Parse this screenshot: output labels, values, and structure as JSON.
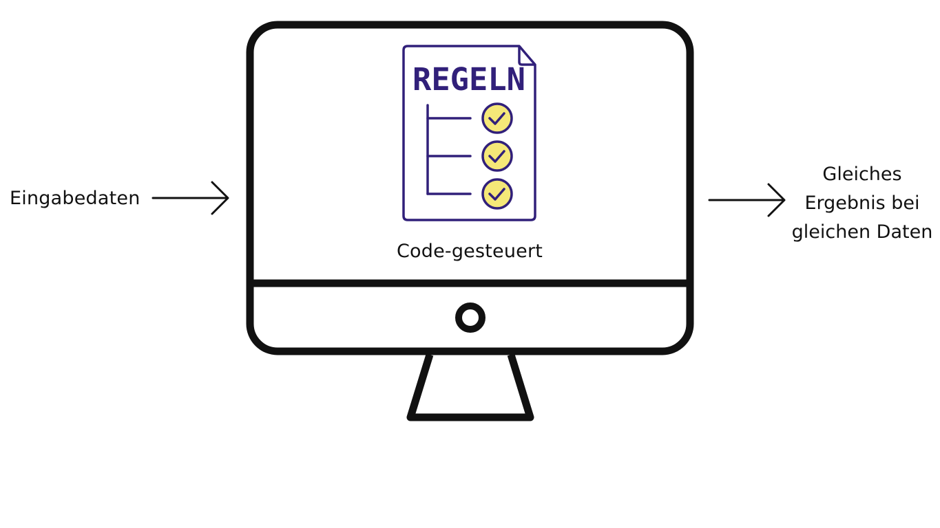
{
  "input_label": "Eingabedaten",
  "document": {
    "heading": "REGELN",
    "check_count": 3
  },
  "monitor_caption": "Code-gesteuert",
  "output_lines": [
    "Gleiches",
    "Ergebnis bei",
    "gleichen Daten"
  ],
  "icons": {
    "document": "rules-document-icon",
    "check": "check-circle-icon",
    "arrow": "arrow-right-icon",
    "monitor": "desktop-monitor-icon"
  },
  "colors": {
    "outline": "#111111",
    "document_stroke": "#31207a",
    "check_fill": "#f5e878",
    "background": "#ffffff"
  }
}
